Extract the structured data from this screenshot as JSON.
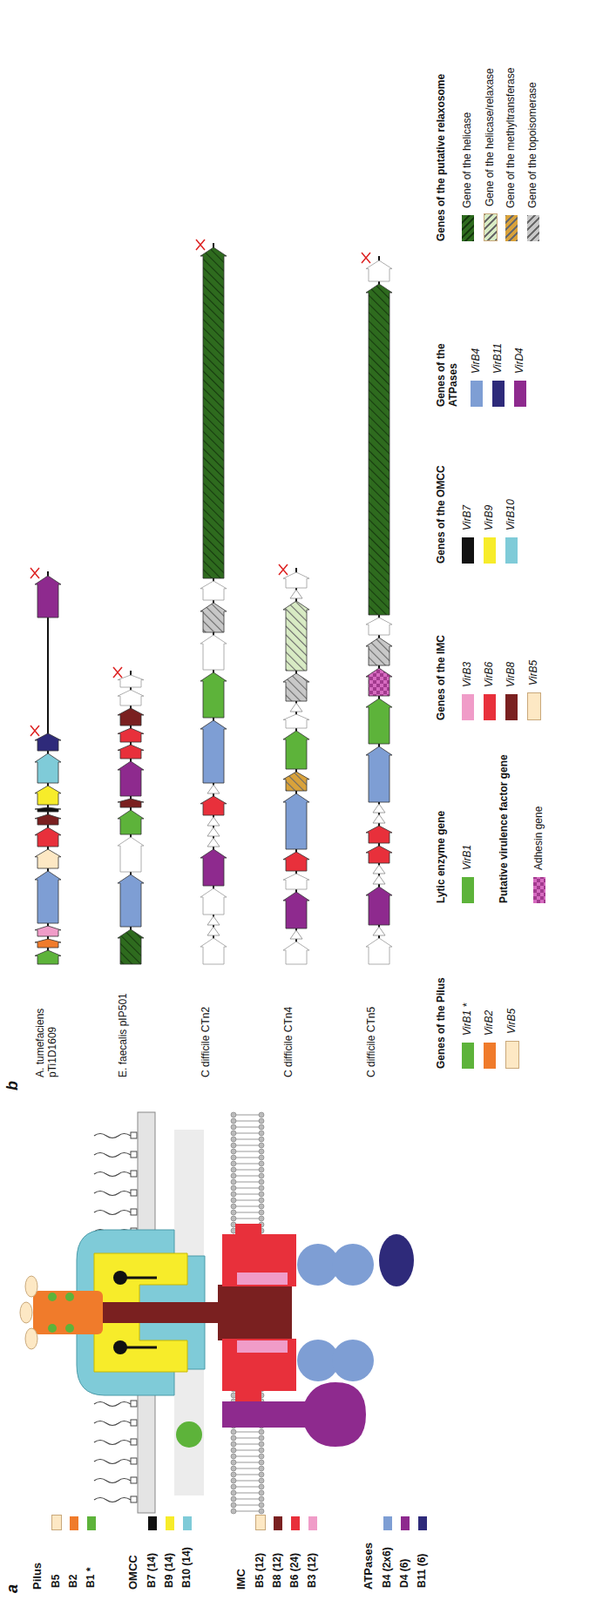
{
  "diagram": {
    "labels": [
      "a",
      "b",
      "Pilus",
      "OMCC",
      "IMC",
      "ATPases",
      "A. tumefaciens pTi1D1609",
      "E. faecalis pIP501",
      "C difficile CTn2",
      "C difficile CTn4",
      "C difficile CTn5",
      "Genes of the Pilus",
      "Lytic enzyme gene",
      "Putative virulence factor gene",
      "Genes of the IMC",
      "Genes of the OMCC",
      "Genes of the ATPases",
      "Genes of the putative relaxosome"
    ],
    "legend": [
      {
        "text": "B5",
        "color": "#fde8c4"
      },
      {
        "text": "B2",
        "color": "#f07b2b"
      },
      {
        "text": "B1 *",
        "color": "#5db33a"
      },
      {
        "text": "B7 (14)",
        "color": "#111111"
      },
      {
        "text": "B9 (14)",
        "color": "#f7ec2a"
      },
      {
        "text": "B10 (14)",
        "color": "#7fcbd8"
      },
      {
        "text": "B5 (12)",
        "color": "#fde8c4"
      },
      {
        "text": "B8 (12)",
        "color": "#7a2020"
      },
      {
        "text": "B6 (24)",
        "color": "#e8303b"
      },
      {
        "text": "B3 (12)",
        "color": "#f09cc8"
      },
      {
        "text": "B4 (2x6)",
        "color": "#7e9ed4"
      },
      {
        "text": "D4 (6)",
        "color": "#8e2a8e"
      },
      {
        "text": "B11 (6)",
        "color": "#2e2a7a"
      },
      {
        "text": "VirB1 *",
        "color": "#5db33a"
      },
      {
        "text": "VirB2",
        "color": "#f07b2b"
      },
      {
        "text": "VirB5",
        "color": "#fde8c4"
      },
      {
        "text": "VirB1",
        "color": "#5db33a"
      },
      {
        "text": "Adhesin gene",
        "color": "#d66bc0"
      },
      {
        "text": "VirB3",
        "color": "#f09cc8"
      },
      {
        "text": "VirB6",
        "color": "#e8303b"
      },
      {
        "text": "VirB8",
        "color": "#7a2020"
      },
      {
        "text": "VirB5",
        "color": "#fde8c4"
      },
      {
        "text": "VirB7",
        "color": "#111111"
      },
      {
        "text": "VirB9",
        "color": "#f7ec2a"
      },
      {
        "text": "VirB10",
        "color": "#7fcbd8"
      },
      {
        "text": "VirB4",
        "color": "#7e9ed4"
      },
      {
        "text": "VirB11",
        "color": "#2e2a7a"
      },
      {
        "text": "VirD4",
        "color": "#8e2a8e"
      },
      {
        "text": "Gene of the helicase",
        "color": "#2e6b1e"
      },
      {
        "text": "Gene of the helicase/relaxase",
        "color": "#d8ebc4"
      },
      {
        "text": "Gene of the methyltransferase",
        "color": "#d9a23a"
      },
      {
        "text": "Gene of the topoisomerase",
        "color": "#c8c8c8"
      }
    ]
  }
}
